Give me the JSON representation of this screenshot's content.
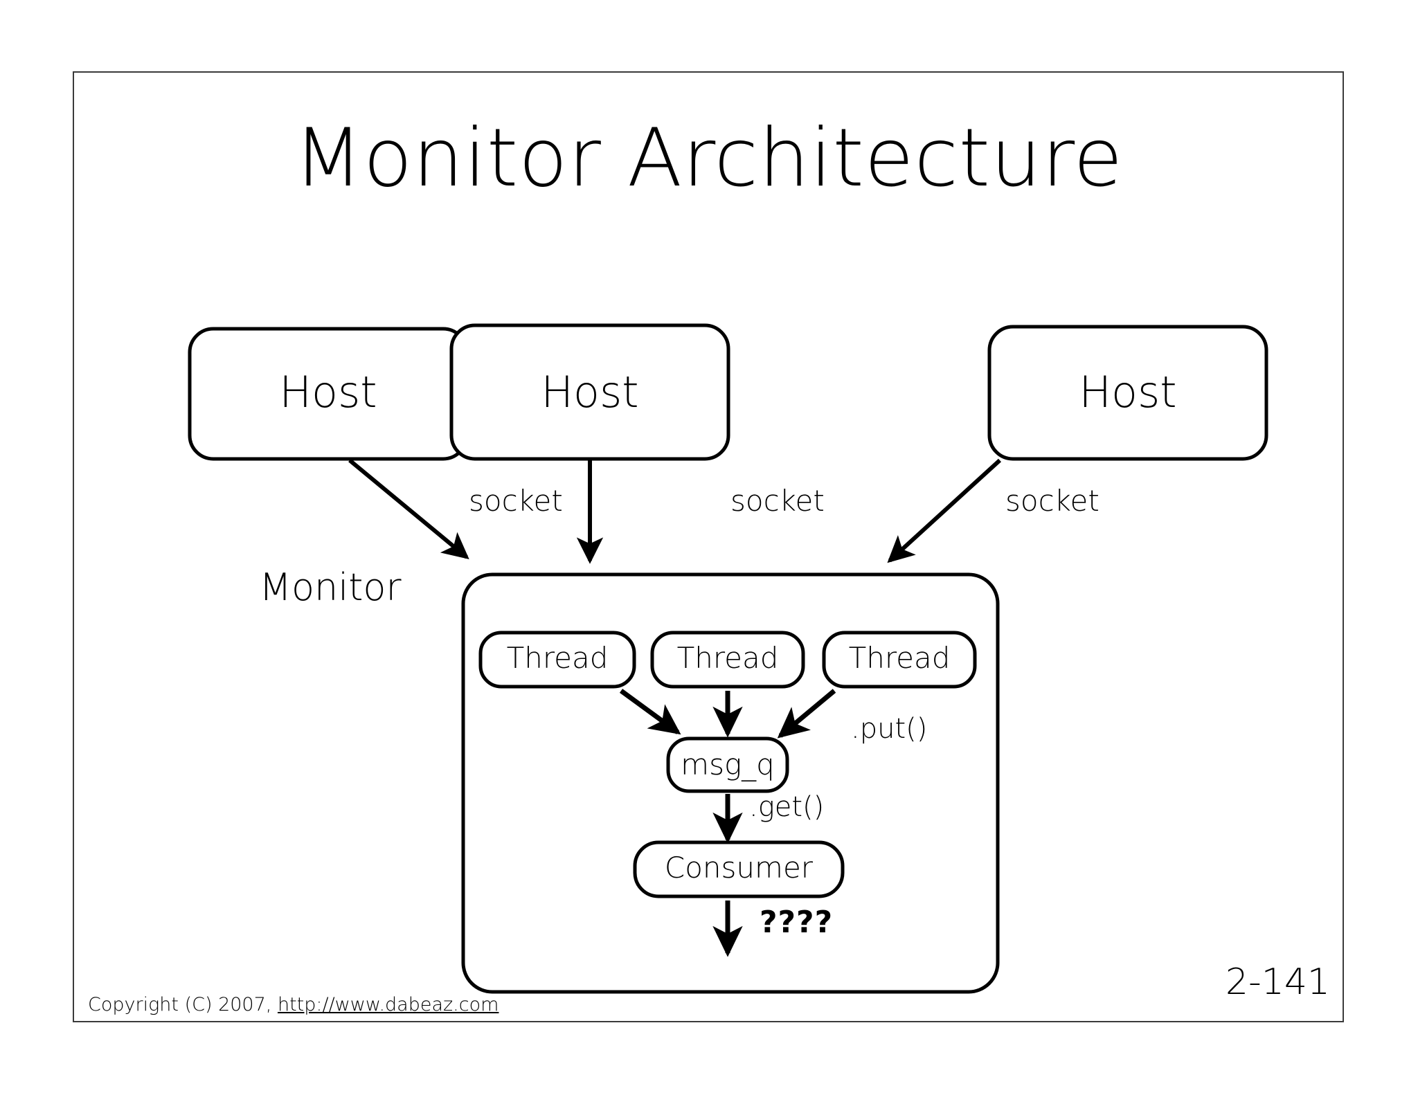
{
  "slide": {
    "title": "Monitor Architecture",
    "background": "#ffffff",
    "ink": "#000000",
    "border_color": "#3a3a3a"
  },
  "diagram": {
    "hosts": [
      {
        "label": "Host"
      },
      {
        "label": "Host"
      },
      {
        "label": "Host"
      }
    ],
    "socket_labels": [
      {
        "label": "socket"
      },
      {
        "label": "socket"
      },
      {
        "label": "socket"
      }
    ],
    "monitor": {
      "label": "Monitor",
      "threads": [
        {
          "label": "Thread"
        },
        {
          "label": "Thread"
        },
        {
          "label": "Thread"
        }
      ],
      "queue": {
        "label": "msg_q"
      },
      "consumer": {
        "label": "Consumer"
      },
      "put_label": ".put()",
      "get_label": ".get()",
      "output_label": "????"
    }
  },
  "footer": {
    "copyright": "Copyright (C) 2007,",
    "url": "http://www.dabeaz.com",
    "page_number": "2-141"
  }
}
